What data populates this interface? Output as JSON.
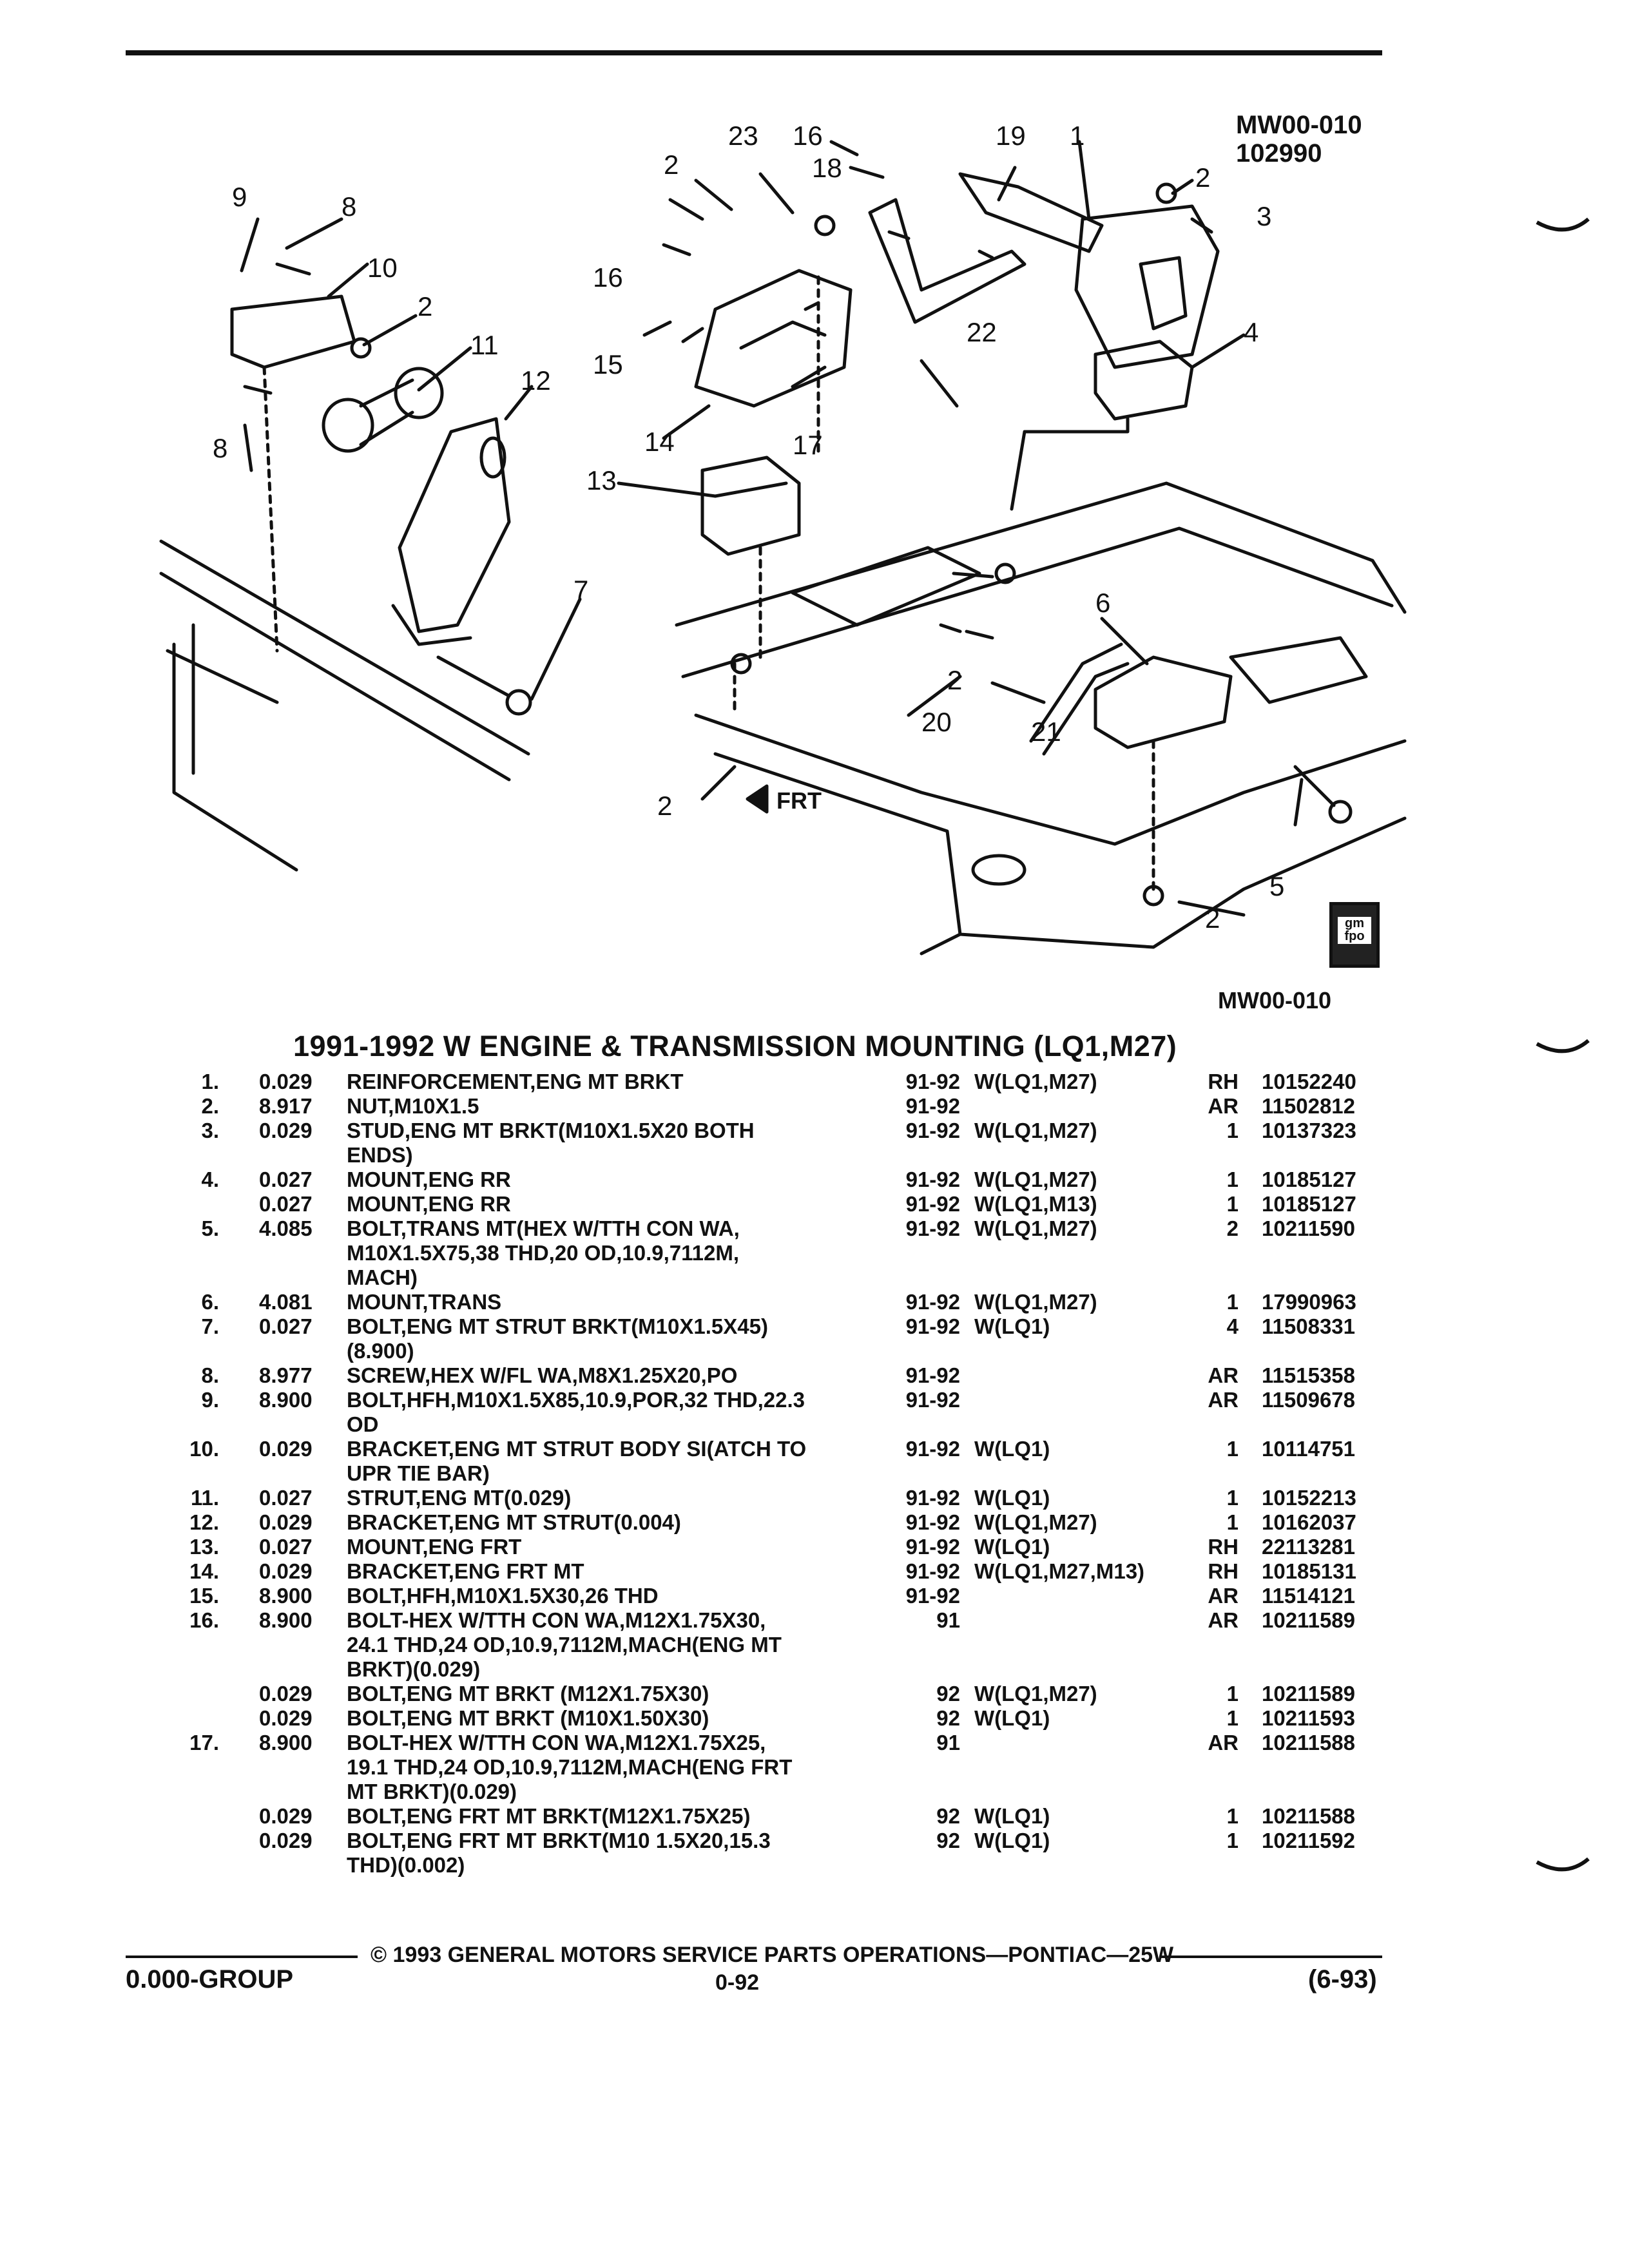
{
  "header": {
    "illustration_code_top": "MW00-010",
    "illustration_date": "102990",
    "illustration_code_bottom": "MW00-010",
    "direction_label": "FRT",
    "badge": "gm fpo"
  },
  "section_title": "1991-1992 W ENGINE & TRANSMISSION MOUNTING (LQ1,M27)",
  "callouts": [
    "1",
    "2",
    "3",
    "4",
    "5",
    "6",
    "7",
    "8",
    "9",
    "10",
    "11",
    "12",
    "13",
    "14",
    "15",
    "16",
    "17",
    "18",
    "19",
    "20",
    "21",
    "22",
    "23"
  ],
  "parts": [
    {
      "num": "1.",
      "code": "0.029",
      "name": "REINFORCEMENT",
      "desc": ",ENG MT BRKT",
      "years": "91-92",
      "usage": "W(LQ1,M27)",
      "qty": "RH",
      "pn": "10152240"
    },
    {
      "num": "2.",
      "code": "8.917",
      "name": "NUT",
      "desc": ",M10X1.5",
      "years": "91-92",
      "usage": "",
      "qty": "AR",
      "pn": "11502812"
    },
    {
      "num": "3.",
      "code": "0.029",
      "name": "STUD",
      "desc": ",ENG MT BRKT(M10X1.5X20 BOTH",
      "years": "91-92",
      "usage": "W(LQ1,M27)",
      "qty": "1",
      "pn": "10137323"
    },
    {
      "num": "",
      "code": "",
      "name": "",
      "desc": "ENDS)",
      "years": "",
      "usage": "",
      "qty": "",
      "pn": ""
    },
    {
      "num": "4.",
      "code": "0.027",
      "name": "MOUNT",
      "desc": ",ENG RR",
      "years": "91-92",
      "usage": "W(LQ1,M27)",
      "qty": "1",
      "pn": "10185127"
    },
    {
      "num": "",
      "code": "0.027",
      "name": "MOUNT",
      "desc": ",ENG RR",
      "years": "91-92",
      "usage": "W(LQ1,M13)",
      "qty": "1",
      "pn": "10185127"
    },
    {
      "num": "5.",
      "code": "4.085",
      "name": "BOLT",
      "desc": ",TRANS MT(HEX W/TTH CON WA,",
      "years": "91-92",
      "usage": "W(LQ1,M27)",
      "qty": "2",
      "pn": "10211590"
    },
    {
      "num": "",
      "code": "",
      "name": "",
      "desc": "M10X1.5X75,38 THD,20 OD,10.9,7112M,",
      "years": "",
      "usage": "",
      "qty": "",
      "pn": ""
    },
    {
      "num": "",
      "code": "",
      "name": "",
      "desc": "MACH)",
      "years": "",
      "usage": "",
      "qty": "",
      "pn": ""
    },
    {
      "num": "6.",
      "code": "4.081",
      "name": "MOUNT",
      "desc": ",TRANS",
      "years": "91-92",
      "usage": "W(LQ1,M27)",
      "qty": "1",
      "pn": "17990963"
    },
    {
      "num": "7.",
      "code": "0.027",
      "name": "BOLT",
      "desc": ",ENG MT STRUT BRKT(M10X1.5X45)",
      "years": "91-92",
      "usage": "W(LQ1)",
      "qty": "4",
      "pn": "11508331"
    },
    {
      "num": "",
      "code": "",
      "name": "",
      "desc": "(8.900)",
      "years": "",
      "usage": "",
      "qty": "",
      "pn": ""
    },
    {
      "num": "8.",
      "code": "8.977",
      "name": "SCREW",
      "desc": ",HEX W/FL WA,M8X1.25X20,PO",
      "years": "91-92",
      "usage": "",
      "qty": "AR",
      "pn": "11515358"
    },
    {
      "num": "9.",
      "code": "8.900",
      "name": "BOLT",
      "desc": ",HFH,M10X1.5X85,10.9,POR,32 THD,22.3",
      "years": "91-92",
      "usage": "",
      "qty": "AR",
      "pn": "11509678"
    },
    {
      "num": "",
      "code": "",
      "name": "",
      "desc": "OD",
      "years": "",
      "usage": "",
      "qty": "",
      "pn": ""
    },
    {
      "num": "10.",
      "code": "0.029",
      "name": "BRACKET",
      "desc": ",ENG MT STRUT BODY SI(ATCH TO",
      "years": "91-92",
      "usage": "W(LQ1)",
      "qty": "1",
      "pn": "10114751"
    },
    {
      "num": "",
      "code": "",
      "name": "",
      "desc": "UPR TIE BAR)",
      "years": "",
      "usage": "",
      "qty": "",
      "pn": ""
    },
    {
      "num": "11.",
      "code": "0.027",
      "name": "STRUT",
      "desc": ",ENG MT(0.029)",
      "years": "91-92",
      "usage": "W(LQ1)",
      "qty": "1",
      "pn": "10152213"
    },
    {
      "num": "12.",
      "code": "0.029",
      "name": "BRACKET",
      "desc": ",ENG MT STRUT(0.004)",
      "years": "91-92",
      "usage": "W(LQ1,M27)",
      "qty": "1",
      "pn": "10162037"
    },
    {
      "num": "13.",
      "code": "0.027",
      "name": "MOUNT",
      "desc": ",ENG FRT",
      "years": "91-92",
      "usage": "W(LQ1)",
      "qty": "RH",
      "pn": "22113281"
    },
    {
      "num": "14.",
      "code": "0.029",
      "name": "BRACKET",
      "desc": ",ENG FRT MT",
      "years": "91-92",
      "usage": "W(LQ1,M27,M13)",
      "qty": "RH",
      "pn": "10185131"
    },
    {
      "num": "15.",
      "code": "8.900",
      "name": "BOLT",
      "desc": ",HFH,M10X1.5X30,26 THD",
      "years": "91-92",
      "usage": "",
      "qty": "AR",
      "pn": "11514121"
    },
    {
      "num": "16.",
      "code": "8.900",
      "name": "BOLT-HEX W/TTH CON WA",
      "desc": ",M12X1.75X30,",
      "years": "91",
      "usage": "",
      "qty": "AR",
      "pn": "10211589"
    },
    {
      "num": "",
      "code": "",
      "name": "",
      "desc": "24.1 THD,24 OD,10.9,7112M,MACH(ENG MT",
      "years": "",
      "usage": "",
      "qty": "",
      "pn": ""
    },
    {
      "num": "",
      "code": "",
      "name": "",
      "desc": "BRKT)(0.029)",
      "years": "",
      "usage": "",
      "qty": "",
      "pn": ""
    },
    {
      "num": "",
      "code": "0.029",
      "name": "BOLT",
      "desc": ",ENG MT BRKT (M12X1.75X30)",
      "years": "92",
      "usage": "W(LQ1,M27)",
      "qty": "1",
      "pn": "10211589"
    },
    {
      "num": "",
      "code": "0.029",
      "name": "BOLT",
      "desc": ",ENG MT BRKT (M10X1.50X30)",
      "years": "92",
      "usage": "W(LQ1)",
      "qty": "1",
      "pn": "10211593"
    },
    {
      "num": "17.",
      "code": "8.900",
      "name": "BOLT-HEX W/TTH CON WA",
      "desc": ",M12X1.75X25,",
      "years": "91",
      "usage": "",
      "qty": "AR",
      "pn": "10211588"
    },
    {
      "num": "",
      "code": "",
      "name": "",
      "desc": "19.1 THD,24 OD,10.9,7112M,MACH(ENG FRT",
      "years": "",
      "usage": "",
      "qty": "",
      "pn": ""
    },
    {
      "num": "",
      "code": "",
      "name": "",
      "desc": "MT BRKT)(0.029)",
      "years": "",
      "usage": "",
      "qty": "",
      "pn": ""
    },
    {
      "num": "",
      "code": "0.029",
      "name": "BOLT",
      "desc": ",ENG FRT MT BRKT(M12X1.75X25)",
      "years": "92",
      "usage": "W(LQ1)",
      "qty": "1",
      "pn": "10211588"
    },
    {
      "num": "",
      "code": "0.029",
      "name": "BOLT",
      "desc": ",ENG FRT MT BRKT(M10 1.5X20,15.3",
      "years": "92",
      "usage": "W(LQ1)",
      "qty": "1",
      "pn": "10211592"
    },
    {
      "num": "",
      "code": "",
      "name": "",
      "desc": "THD)(0.002)",
      "years": "",
      "usage": "",
      "qty": "",
      "pn": ""
    }
  ],
  "footer": {
    "copyright": "© 1993 GENERAL MOTORS SERVICE PARTS OPERATIONS—PONTIAC—25W",
    "group": "0.000-GROUP",
    "page": "0-92",
    "date": "(6-93)"
  }
}
